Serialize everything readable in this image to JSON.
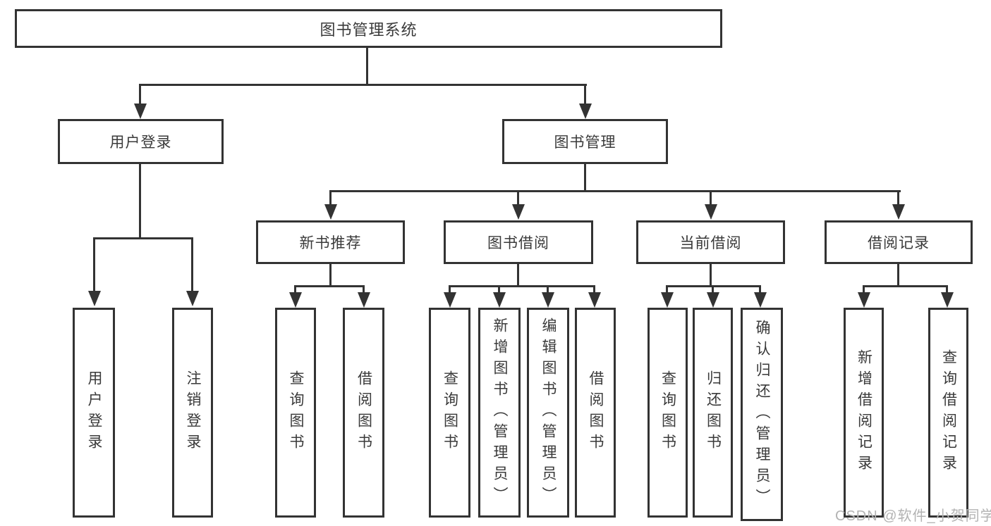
{
  "diagram": {
    "title": "图书管理系统",
    "root": {
      "label": "图书管理系统"
    },
    "level2": [
      {
        "label": "用户登录"
      },
      {
        "label": "图书管理"
      }
    ],
    "level3": [
      {
        "label": "新书推荐"
      },
      {
        "label": "图书借阅"
      },
      {
        "label": "当前借阅"
      },
      {
        "label": "借阅记录"
      }
    ],
    "leaf_nodes": [
      {
        "label": "用户登录",
        "parent": "用户登录"
      },
      {
        "label": "注销登录",
        "parent": "用户登录"
      },
      {
        "label": "查询图书",
        "parent": "新书推荐"
      },
      {
        "label": "借阅图书",
        "parent": "新书推荐"
      },
      {
        "label": "查询图书",
        "parent": "图书借阅"
      },
      {
        "label": "新增图书（管理员）",
        "parent": "图书借阅"
      },
      {
        "label": "编辑图书（管理员）",
        "parent": "图书借阅"
      },
      {
        "label": "借阅图书",
        "parent": "图书借阅"
      },
      {
        "label": "查询图书",
        "parent": "当前借阅"
      },
      {
        "label": "归还图书",
        "parent": "当前借阅"
      },
      {
        "label": "确认归还（管理员）",
        "parent": "当前借阅"
      },
      {
        "label": "新增借阅记录",
        "parent": "借阅记录"
      },
      {
        "label": "查询借阅记录",
        "parent": "借阅记录"
      }
    ],
    "watermark": "CSDN @软件_小贺同学",
    "colors": {
      "line": "#333333",
      "box_border": "#333333",
      "text": "#3a3a3a",
      "watermark": "#b3b3b3",
      "background": "#ffffff"
    }
  }
}
